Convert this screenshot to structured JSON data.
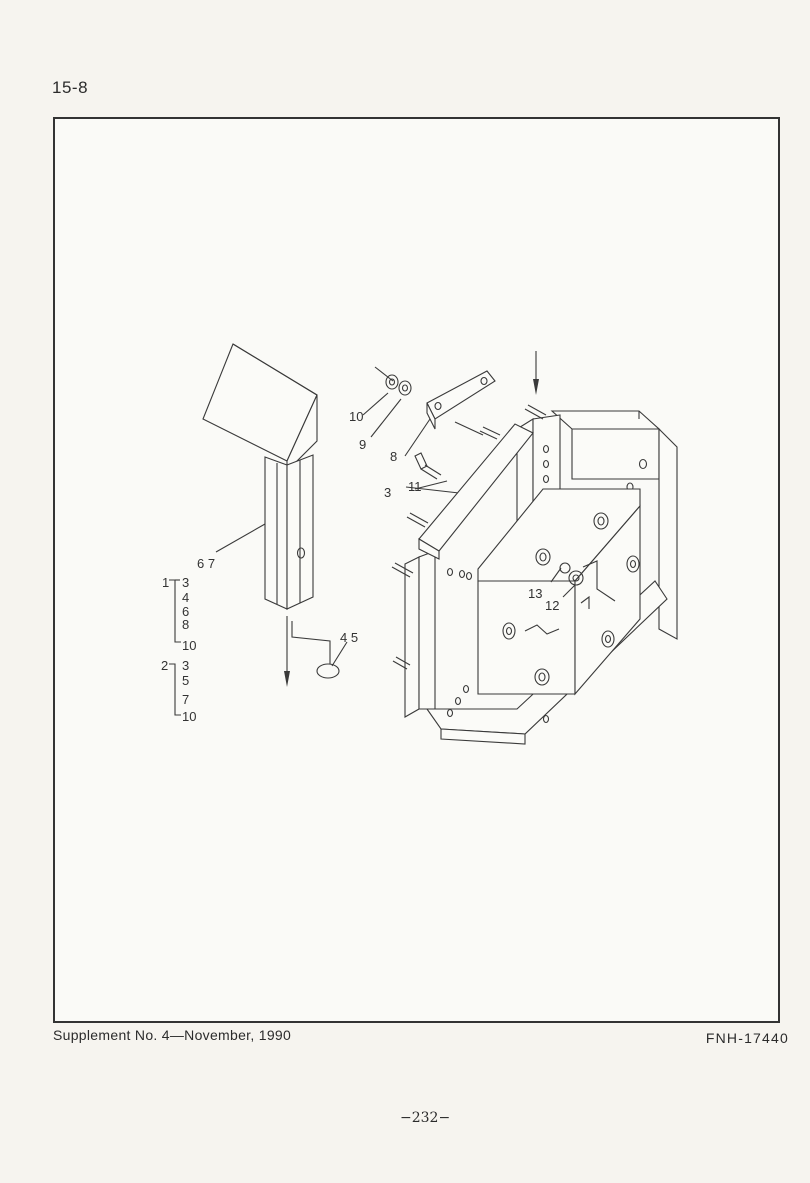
{
  "page": {
    "section": "15-8",
    "supplement": "Supplement  No. 4—November,  1990",
    "doc_number": "FNH-17440",
    "folio": "−232−"
  },
  "diagram": {
    "part_labels": {
      "p10": "10",
      "p9": "9",
      "p8": "8",
      "p11": "11",
      "p3": "3",
      "p67": "6 7",
      "p13": "13",
      "p12": "12",
      "p45": "4 5"
    },
    "assemblies": [
      {
        "id": "1",
        "parts": [
          "3",
          "4",
          "6",
          "8",
          "10"
        ]
      },
      {
        "id": "2",
        "parts": [
          "3",
          "5",
          "7",
          "10"
        ]
      }
    ]
  }
}
